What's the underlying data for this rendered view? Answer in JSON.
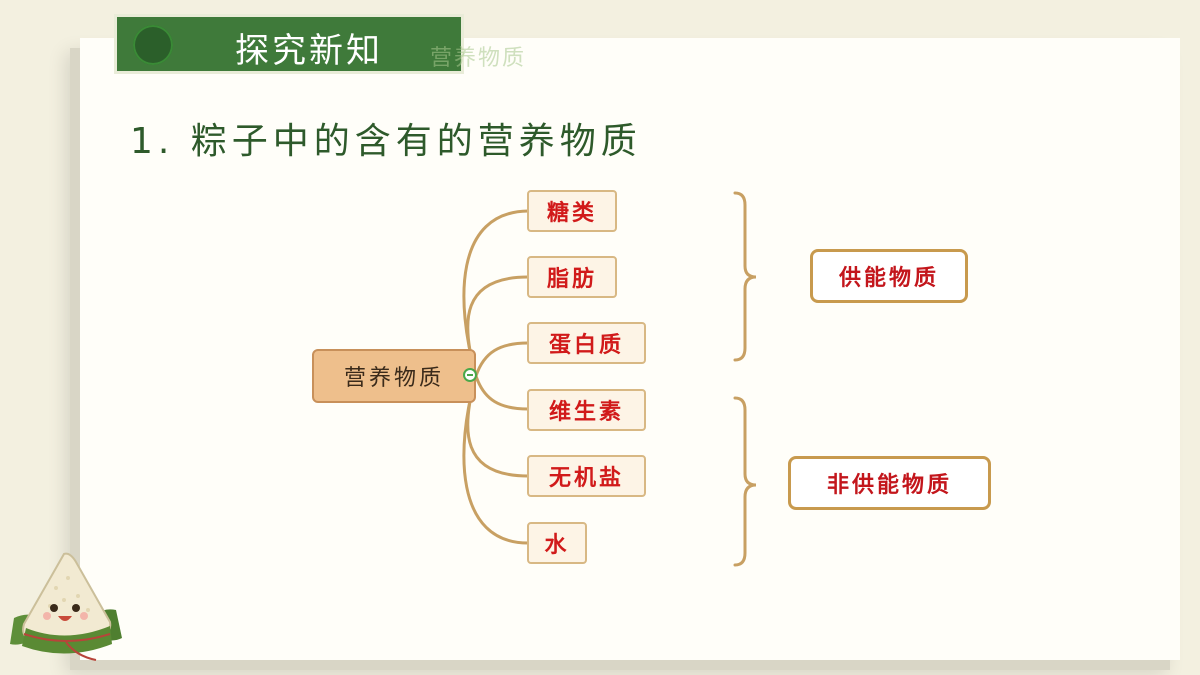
{
  "header": {
    "section_title": "探究新知",
    "subtitle_watermark": "营养物质"
  },
  "main": {
    "heading": "1. 粽子中的含有的营养物质"
  },
  "mindmap": {
    "root": "营养物质",
    "children": [
      "糖类",
      "脂肪",
      "蛋白质",
      "维生素",
      "无机盐",
      "水"
    ],
    "groups": [
      {
        "label": "供能物质"
      },
      {
        "label": "非供能物质"
      }
    ]
  },
  "colors": {
    "title_bar": "#3f7a3a",
    "heading_text": "#2e5a2b",
    "leaf_text": "#d11a1a",
    "connector": "#c8a063",
    "root_fill": "#eebf8c"
  }
}
